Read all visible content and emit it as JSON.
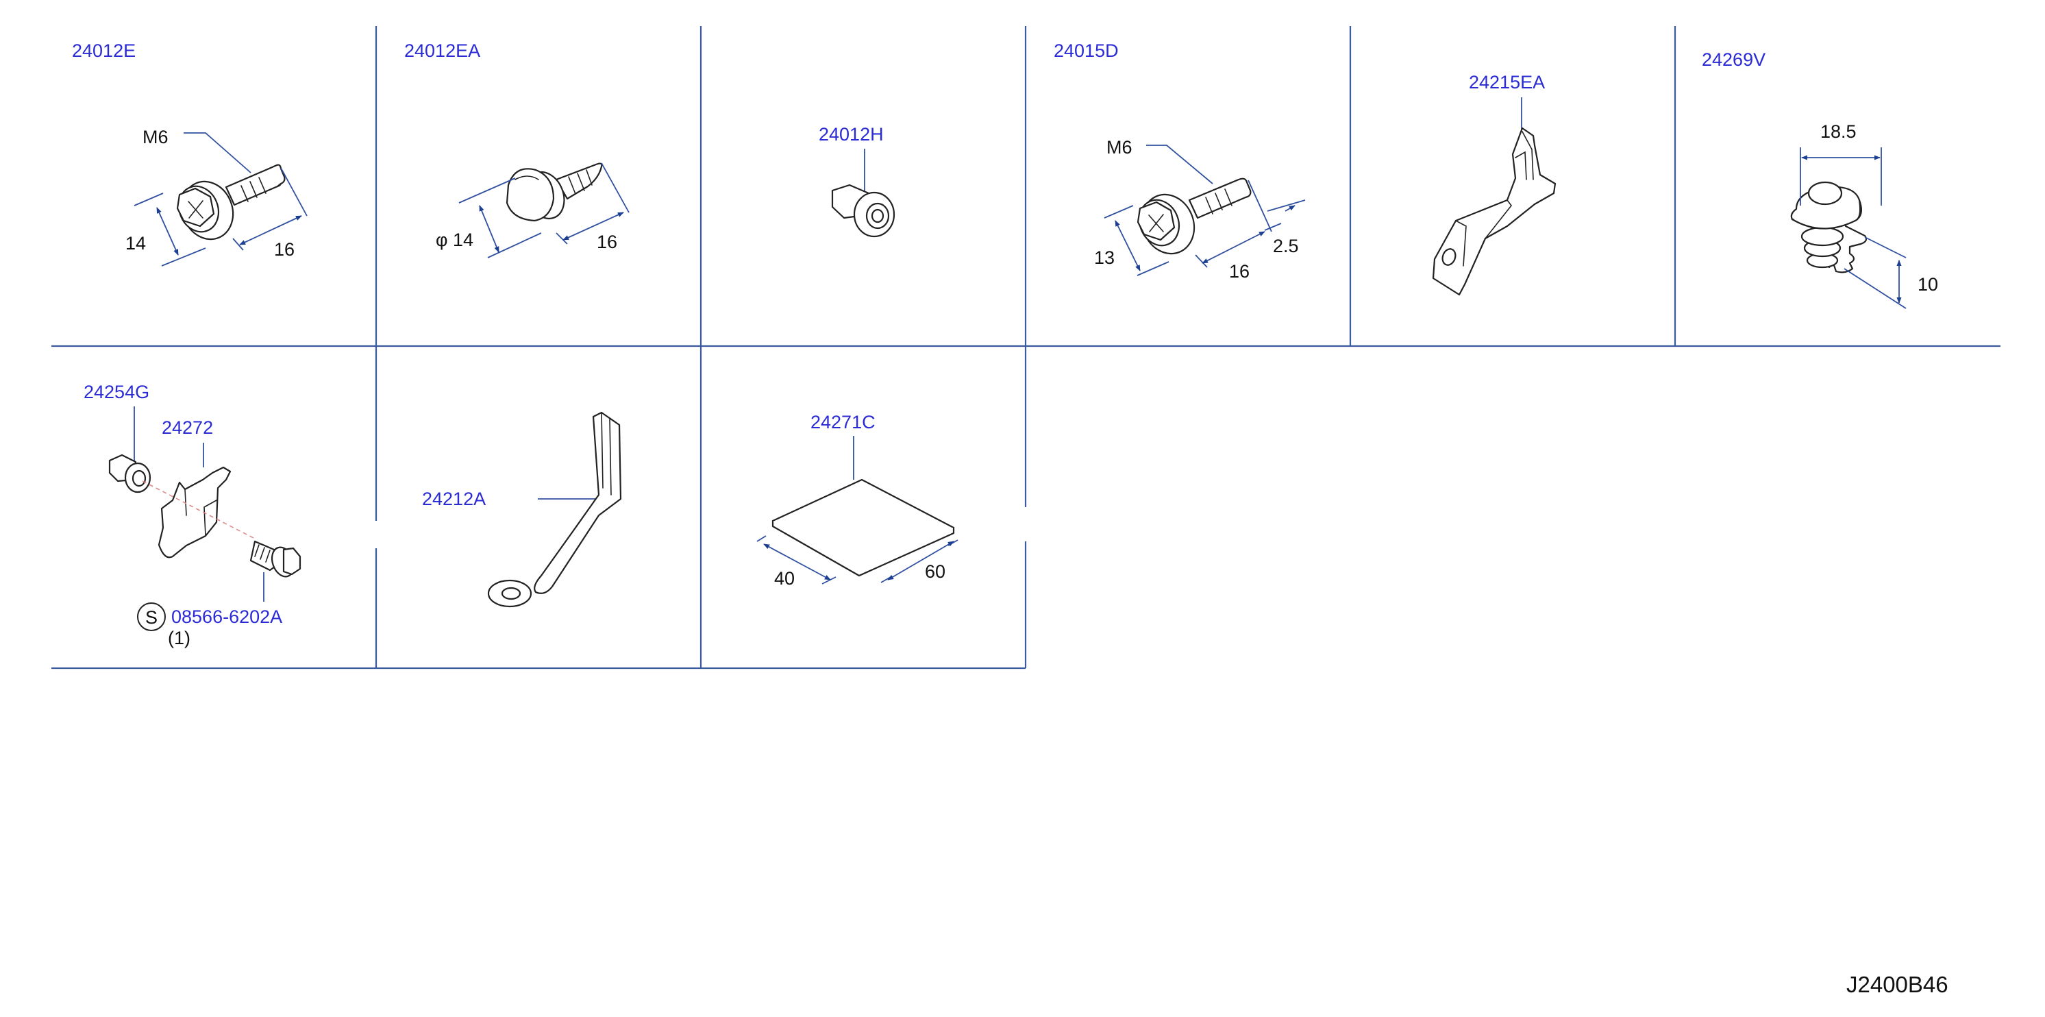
{
  "diagram_code": "J2400B46",
  "colors": {
    "frame": "#3b5a9e",
    "part_label": "#2b2bd6",
    "dimension": "#111111",
    "arrow": "#1d3f91",
    "drawing": "#222222"
  },
  "cells": [
    {
      "id": "cell-1",
      "part": "24012E",
      "dims": [
        "M6",
        "14",
        "16"
      ]
    },
    {
      "id": "cell-2",
      "part": "24012EA",
      "dims": [
        "φ 14",
        "16"
      ]
    },
    {
      "id": "cell-3",
      "part": "24012H",
      "dims": []
    },
    {
      "id": "cell-4",
      "part": "24015D",
      "dims": [
        "M6",
        "13",
        "16",
        "2.5"
      ]
    },
    {
      "id": "cell-5",
      "part": "24215EA",
      "dims": []
    },
    {
      "id": "cell-6",
      "part": "24269V",
      "dims": [
        "18.5",
        "10"
      ]
    },
    {
      "id": "cell-7",
      "parts": [
        "24254G",
        "24272"
      ],
      "std_symbol": "S",
      "std_part": "08566-6202A",
      "qty": "(1)"
    },
    {
      "id": "cell-8",
      "part": "24212A",
      "dims": []
    },
    {
      "id": "cell-9",
      "part": "24271C",
      "dims": [
        "40",
        "60"
      ]
    }
  ]
}
